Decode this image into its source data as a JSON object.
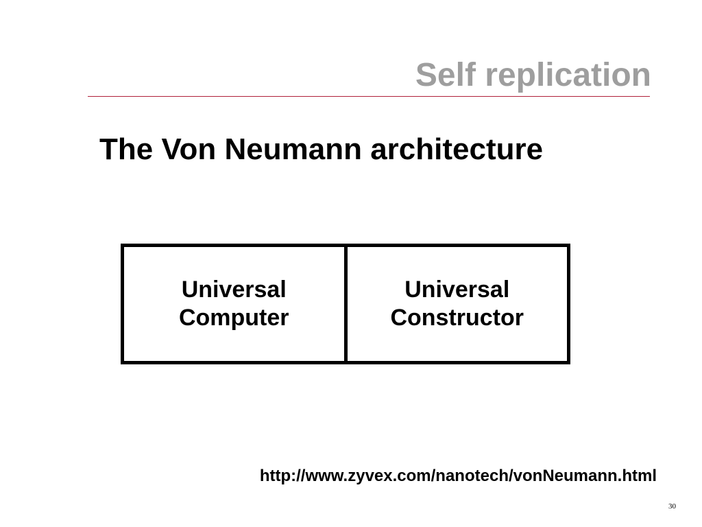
{
  "slide": {
    "title": "Self replication",
    "heading": "The Von Neumann architecture",
    "link": "http://www.zyvex.com/nanotech/vonNeumann.html",
    "page_number": "30"
  },
  "diagram": {
    "boxes": [
      {
        "label": "Universal\nComputer"
      },
      {
        "label": "Universal\nConstructor"
      }
    ]
  },
  "colors": {
    "title": "#9e9e9e",
    "rule": "#b0213a",
    "text": "#000000",
    "background": "#ffffff"
  }
}
